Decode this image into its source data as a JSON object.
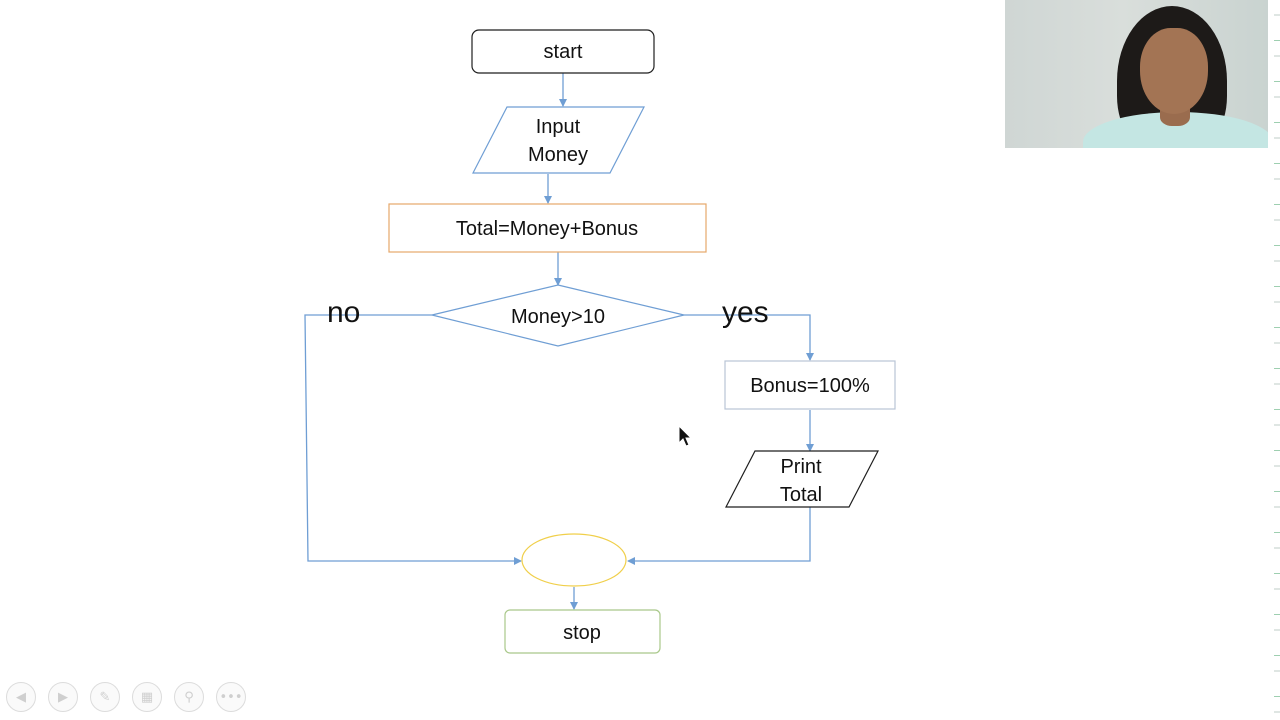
{
  "flowchart": {
    "nodes": {
      "start": "start",
      "input": [
        "Input",
        "Money"
      ],
      "process": "Total=Money+Bonus",
      "decision": "Money>10",
      "bonus": "Bonus=100%",
      "print": [
        "Print",
        "Total"
      ],
      "connector": "",
      "stop": "stop"
    },
    "branches": {
      "no": "no",
      "yes": "yes"
    }
  },
  "colors": {
    "arrow": "#6f9ed4",
    "start_border": "#1f1f1f",
    "input_border": "#6f9ed4",
    "process_border": "#e6a86a",
    "decision_border": "#6f9ed4",
    "bonus_border": "#b9c4d6",
    "print_border": "#1f1f1f",
    "connector_border": "#f0cf4a",
    "stop_border": "#a9c88a"
  },
  "toolbar": {
    "buttons": [
      "previous-slide",
      "next-slide",
      "pen",
      "slide-sorter",
      "zoom",
      "more-options"
    ]
  }
}
